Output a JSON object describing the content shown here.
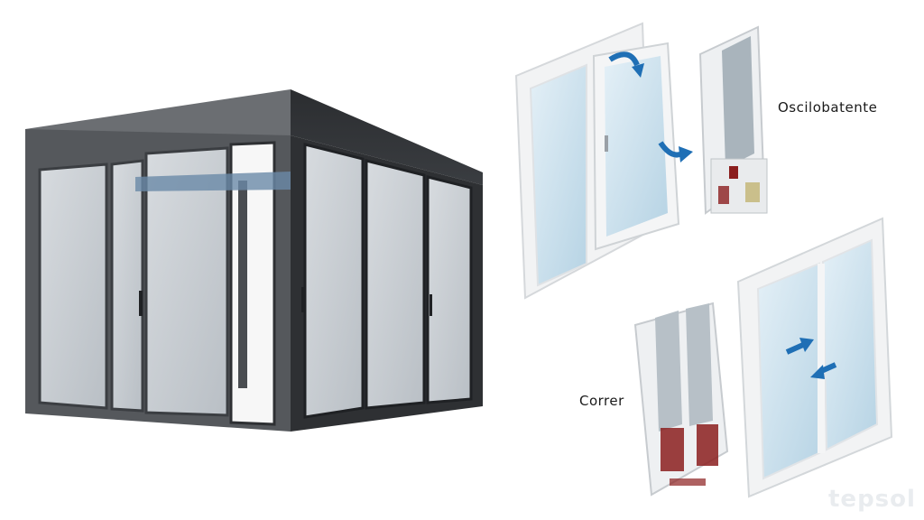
{
  "labels": {
    "tilt_turn": "Oscilobatente",
    "sliding": "Correr"
  },
  "brand": {
    "watermark": "tepsol"
  },
  "colors": {
    "frame_dark": "#2e3033",
    "frame_mid": "#3b3e42",
    "glass": "#c9ced4",
    "glass_blue": "#cfe3ef",
    "pvc_white": "#f4f5f6",
    "arrow_blue": "#1f6fb5",
    "gasket_red": "#8b1e1e"
  }
}
